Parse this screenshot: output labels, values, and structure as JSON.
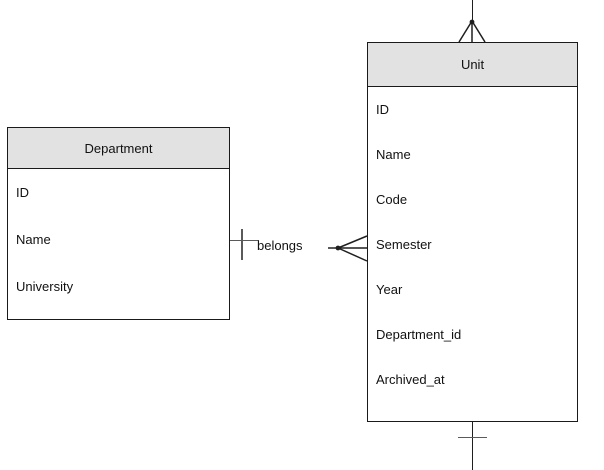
{
  "diagram": {
    "entities": [
      {
        "name": "Department",
        "fields": [
          "ID",
          "Name",
          "University"
        ]
      },
      {
        "name": "Unit",
        "fields": [
          "ID",
          "Name",
          "Code",
          "Semester",
          "Year",
          "Department_id",
          "Archived_at"
        ]
      }
    ],
    "relationship": {
      "label": "belongs",
      "department_end_notation": "one-bar",
      "unit_end_notation": "crow-foot-many"
    },
    "offscreen_connectors": {
      "unit_top_notation": "crow-foot-many",
      "unit_bottom_notation": "one-bar"
    },
    "colors": {
      "background": "#ffffff",
      "entity_header_fill": "#e2e2e2",
      "entity_border": "#1a1a1a",
      "text": "#111111",
      "connector_gray": "#5a5a5a",
      "connector_dark": "#1f1f1f"
    }
  }
}
